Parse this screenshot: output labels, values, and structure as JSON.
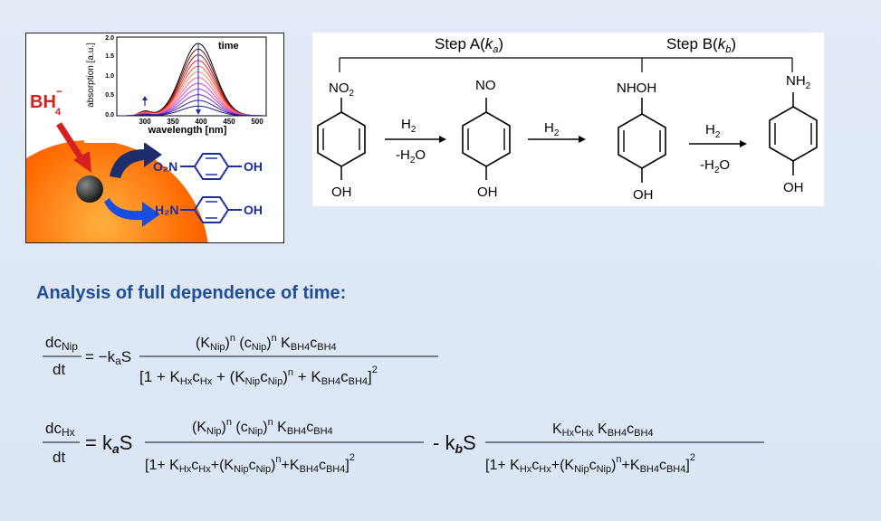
{
  "left_figure": {
    "bh4_label": "BH",
    "bh4_sub": "4",
    "bh4_sup": "−",
    "ylabel": "absorption [a.u.]",
    "xlabel": "wavelength [nm]",
    "time_label": "time",
    "yticks": [
      "0.0",
      "0.5",
      "1.0",
      "1.5",
      "2.0"
    ],
    "xticks": [
      "300",
      "350",
      "400",
      "450",
      "500"
    ],
    "reactant": {
      "left": "O₂N",
      "right": "OH"
    },
    "product": {
      "left": "H₂N",
      "right": "OH"
    },
    "colors": {
      "arrow_red": "#d62020",
      "arrow_navy": "#1e2d6b",
      "arrow_blue": "#1a4ee0",
      "sphere": "#ff6a00",
      "ring": "#1c2fa0"
    }
  },
  "scheme": {
    "step_a": {
      "prefix": "Step A(",
      "k": "k",
      "sub": "a",
      "suffix": ")"
    },
    "step_b": {
      "prefix": "Step B(",
      "k": "k",
      "sub": "b",
      "suffix": ")"
    },
    "molecules": [
      {
        "top": "NO",
        "top_sub": "2",
        "bottom": "OH"
      },
      {
        "top": "NO",
        "top_sub": "",
        "bottom": "OH"
      },
      {
        "top": "NHOH",
        "top_sub": "",
        "bottom": "OH"
      },
      {
        "top": "NH",
        "top_sub": "2",
        "bottom": "OH"
      }
    ],
    "arrows": [
      {
        "above": "H",
        "above_sub": "2",
        "below": "-H",
        "below_sub": "2",
        "below_end": "O"
      },
      {
        "above": "H",
        "above_sub": "2",
        "below": "",
        "below_sub": "",
        "below_end": ""
      },
      {
        "above": "H",
        "above_sub": "2",
        "below": "-H",
        "below_sub": "2",
        "below_end": "O"
      }
    ]
  },
  "heading": "Analysis of full dependence of time:",
  "colors": {
    "heading": "#1f4e96",
    "background": "#dce6f4"
  }
}
